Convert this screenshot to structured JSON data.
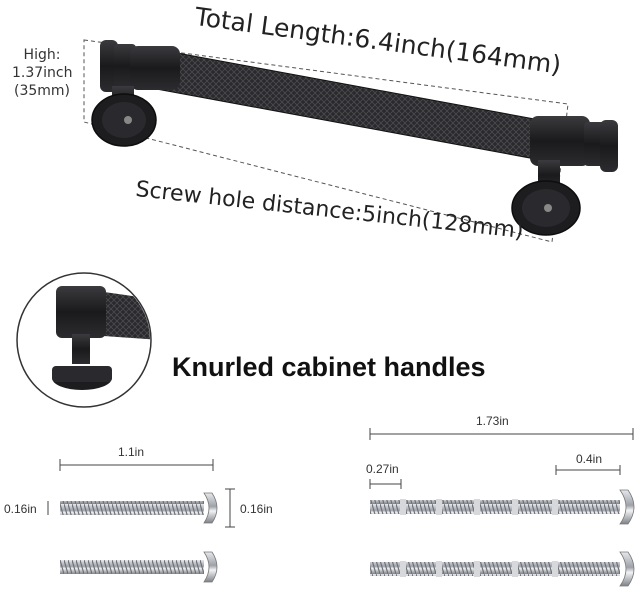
{
  "dimensions": {
    "total_length": "Total Length:6.4inch(164mm)",
    "high_label": "High:",
    "high_inch": "1.37inch",
    "high_mm": "(35mm)",
    "screw_hole_distance": "Screw hole distance:5inch(128mm)"
  },
  "heading": "Knurled cabinet handles",
  "screws": {
    "short": {
      "length": "1.1in",
      "dia_left": "0.16in",
      "dia_right": "0.16in"
    },
    "long": {
      "length": "1.73in",
      "left_segment": "0.27in",
      "right_segment": "0.4in"
    }
  },
  "colors": {
    "handle": "#1c1c1e",
    "screw": "#b9bcc2",
    "dim_line": "#444444"
  }
}
